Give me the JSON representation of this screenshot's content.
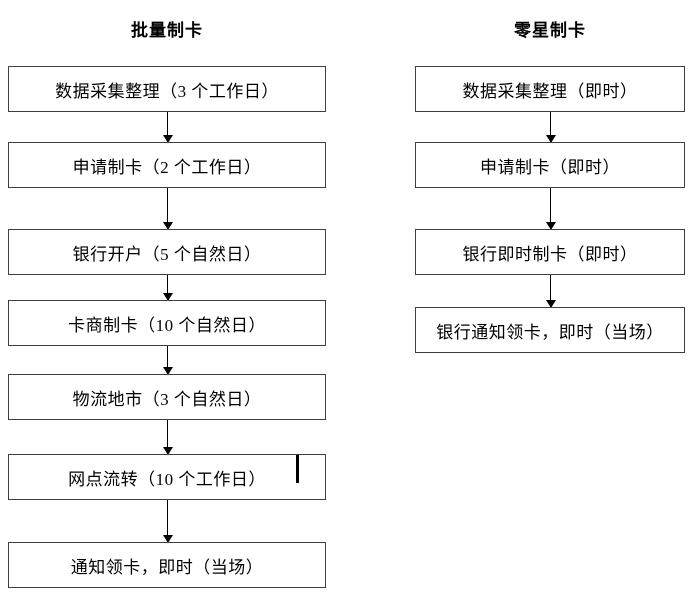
{
  "diagram": {
    "type": "flowchart",
    "orientation": "two parallel vertical flows",
    "columns": [
      {
        "id": "batch",
        "title": "批量制卡",
        "steps": [
          {
            "label": "数据采集整理（3 个工作日）",
            "duration": "3 个工作日"
          },
          {
            "label": "申请制卡（2 个工作日）",
            "duration": "2 个工作日"
          },
          {
            "label": "银行开户（5 个自然日）",
            "duration": "5 个自然日"
          },
          {
            "label": "卡商制卡（10 个自然日）",
            "duration": "10 个自然日"
          },
          {
            "label": "物流地市（3 个自然日）",
            "duration": "3 个自然日"
          },
          {
            "label": "网点流转（10 个工作日）",
            "duration": "10 个工作日"
          },
          {
            "label": "通知领卡，即时（当场）",
            "duration": "即时（当场）"
          }
        ]
      },
      {
        "id": "sporadic",
        "title": "零星制卡",
        "steps": [
          {
            "label": "数据采集整理（即时）",
            "duration": "即时"
          },
          {
            "label": "申请制卡（即时）",
            "duration": "即时"
          },
          {
            "label": "银行即时制卡（即时）",
            "duration": "即时"
          },
          {
            "label": "银行通知领卡，即时（当场）",
            "duration": "即时（当场）"
          }
        ]
      }
    ],
    "colors": {
      "box_border": "#3f3f3f",
      "box_fill": "#ffffff",
      "arrow": "#000000",
      "text": "#000000",
      "background": "#ffffff"
    }
  }
}
